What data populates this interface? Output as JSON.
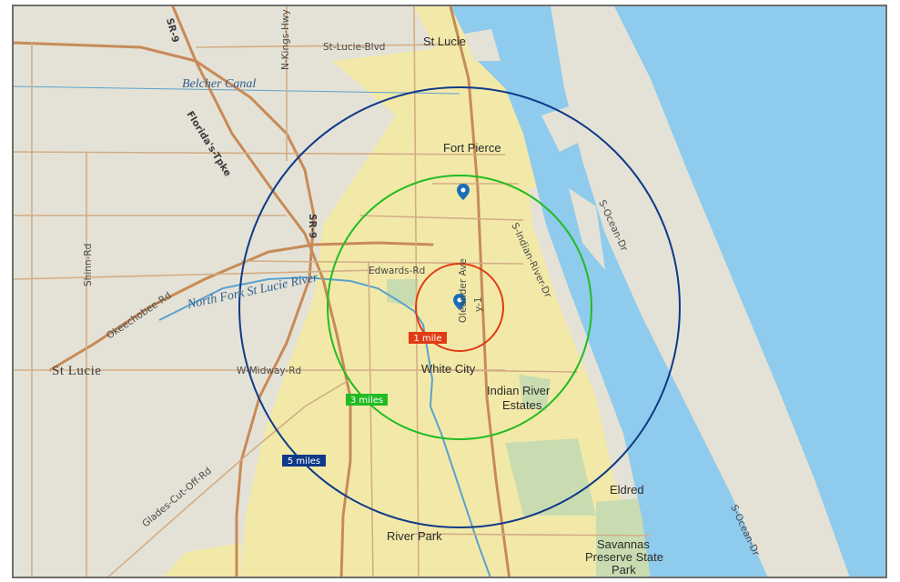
{
  "map": {
    "colors": {
      "land": "#e4e2d6",
      "urban": "#f2e9a8",
      "park": "#c9dcb1",
      "ocean": "#8fcbec",
      "river": "#5aa2cf",
      "road_major": "#c88a58",
      "road_minor": "#d3ad86",
      "ring_1": "#e23a14",
      "ring_3": "#22bb22",
      "ring_5": "#0e3a88"
    },
    "rings": [
      {
        "label": "1 mile",
        "color": "#e23a14"
      },
      {
        "label": "3 miles",
        "color": "#22bb22"
      },
      {
        "label": "5 miles",
        "color": "#0e3a88"
      }
    ],
    "markers": [
      {
        "icon": "map-pin-icon"
      },
      {
        "icon": "map-pin-icon"
      }
    ],
    "labels": {
      "sr9_top": "SR-9",
      "n_kings_hwy": "N-Kings-Hwy",
      "st_lucie_blvd": "St-Lucie-Blvd",
      "st_lucie_place": "St Lucie",
      "belcher_canal": "Belcher Canal",
      "florida_tpke": "Florida's-Tpke",
      "fort_pierce": "Fort Pierce",
      "s_ocean_dr_top": "S-Ocean-Dr",
      "s_indian_river_dr": "S-Indian-River-Dr",
      "shinn_rd": "Shinn-Rd",
      "sr9_mid": "SR-9",
      "edwards_rd": "Edwards-Rd",
      "north_fork": "North Fork St Lucie River",
      "okeechobee_rd": "Okeechobee-Rd",
      "oleander_ave": "Oleander Ave",
      "us1": "y-1",
      "st_lucie_county": "St Lucie",
      "w_midway_rd": "W-Midway-Rd",
      "white_city": "White City",
      "indian_river_estates_1": "Indian River",
      "indian_river_estates_2": "Estates",
      "glades_cut_off_rd": "Glades-Cut-Off-Rd",
      "eldred": "Eldred",
      "s_ocean_dr_bottom": "S-Ocean-Dr",
      "river_park": "River Park",
      "savannas_1": "Savannas",
      "savannas_2": "Preserve State",
      "savannas_3": "Park"
    }
  }
}
